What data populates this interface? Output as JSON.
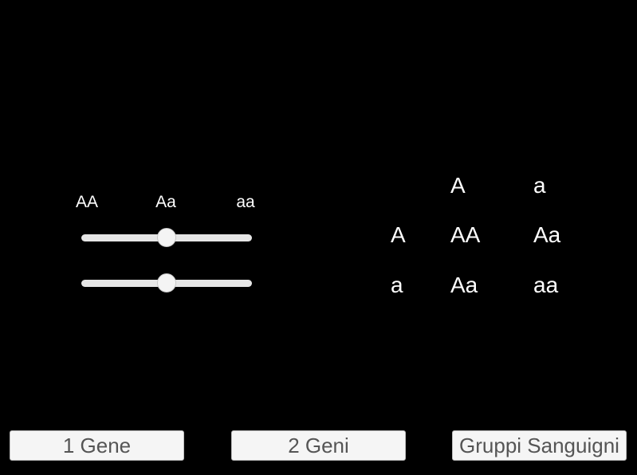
{
  "slider_labels": [
    "AA",
    "Aa",
    "aa"
  ],
  "sliders": [
    {
      "name": "slider-1",
      "value": 0.5
    },
    {
      "name": "slider-2",
      "value": 0.5
    }
  ],
  "punnett": {
    "col_headers": [
      "A",
      "a"
    ],
    "row_headers": [
      "A",
      "a"
    ],
    "cells": [
      [
        "AA",
        "Aa"
      ],
      [
        "Aa",
        "aa"
      ]
    ]
  },
  "buttons": {
    "gene1": "1 Gene",
    "gene2": "2 Geni",
    "blood": "Gruppi Sanguigni"
  }
}
